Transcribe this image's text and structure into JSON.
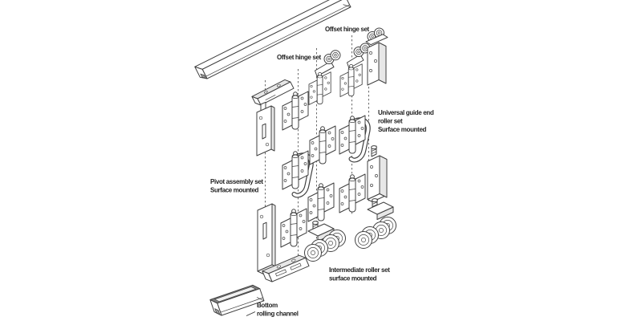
{
  "labels": {
    "offset_hinge_top": "Offset hinge set",
    "offset_hinge_mid": "Offset hinge set",
    "universal_guide": {
      "line1": "Universal guide end",
      "line2": "roller set",
      "line3": "Surface mounted"
    },
    "pivot": {
      "line1": "Pivot assembly set",
      "line2": "Surface mounted"
    },
    "intermediate": {
      "line1": "Intermediate roller set",
      "line2": "surface mounted"
    },
    "bottom": {
      "line1": "Bottom",
      "line2": "rolling channel"
    }
  },
  "colors": {
    "line": "#404040",
    "light_shade": "#e7e7e7",
    "dark_shade": "#828282",
    "text": "#232323",
    "background": "#ffffff"
  }
}
